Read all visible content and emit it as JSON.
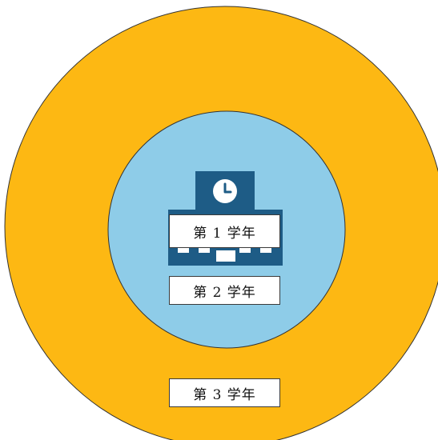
{
  "colors": {
    "outer_ring": "#FDB813",
    "inner_circle": "#8ECCE8",
    "school_building": "#1E5C86",
    "outline": "#333333"
  },
  "icons": {
    "center": "school-building-icon",
    "clock": "clock-icon"
  },
  "labels": {
    "grade1": "第 1 学年",
    "grade2": "第 2 学年",
    "grade3": "第 3 学年"
  }
}
